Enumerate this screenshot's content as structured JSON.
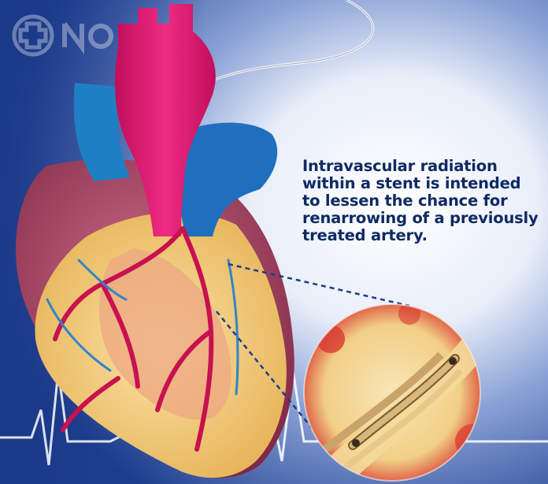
{
  "caption": {
    "lines": [
      "Intravascular radiation",
      "within a stent is intended",
      "to lessen the chance for",
      "renarrowing of a previously",
      "treated artery."
    ]
  },
  "colors": {
    "background_blue": "#1e3f8f",
    "background_light": "#eef1fa",
    "aorta_red": "#e0156d",
    "vessel_blue": "#1f7fc4",
    "heart_muscle": "#b84a6a",
    "fat_yellow": "#f3d27a",
    "callout_line": "#1b3d8a",
    "ecg_line": "#ffffff",
    "caption_text": "#0f2a63"
  },
  "icons": {
    "logo": "medical-cross-logo",
    "ecg": "ecg-waveform",
    "heart": "heart-illustration",
    "magnified_artery": "stent-artery-closeup"
  }
}
